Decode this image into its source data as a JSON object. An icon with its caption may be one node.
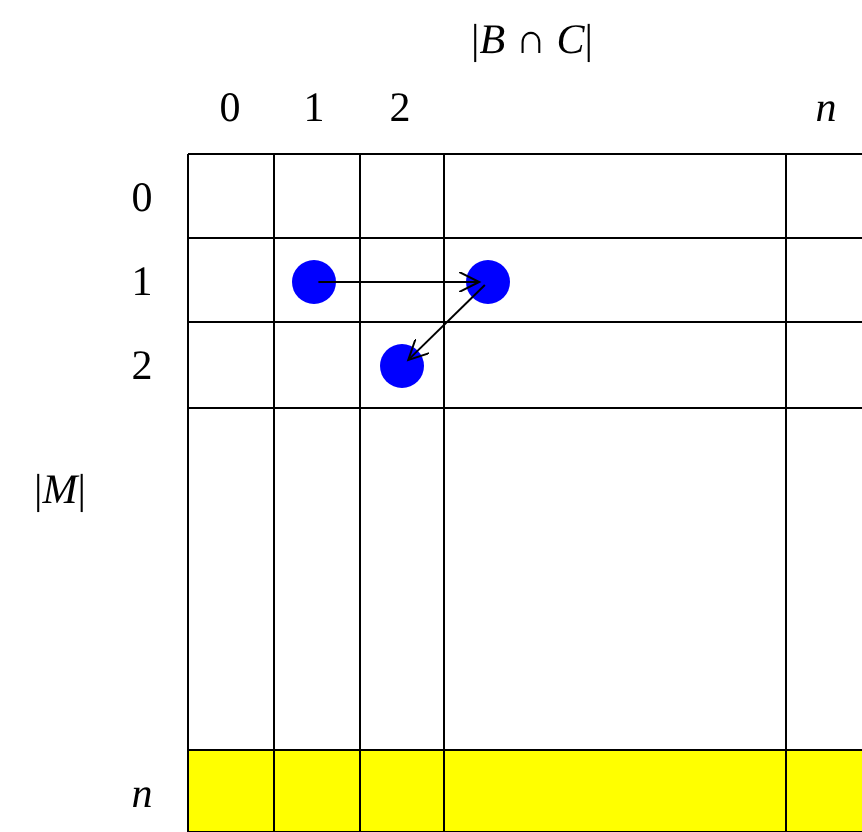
{
  "diagram": {
    "nodes": [
      {
        "text": [],
        "shape": "circle"
      },
      {
        "text": [],
        "shape": "circle"
      },
      {
        "text": [],
        "shape": "circle"
      }
    ],
    "edges": [
      {
        "from": 0,
        "to": 1,
        "arrow": "to"
      },
      {
        "from": 1,
        "to": 2,
        "arrow": "to"
      }
    ],
    "labels": [
      "|*B* ∩ *C*|",
      "0",
      "1",
      "2",
      "*n*",
      "0",
      "1",
      "2",
      "|*M*|",
      "*n*"
    ]
  }
}
